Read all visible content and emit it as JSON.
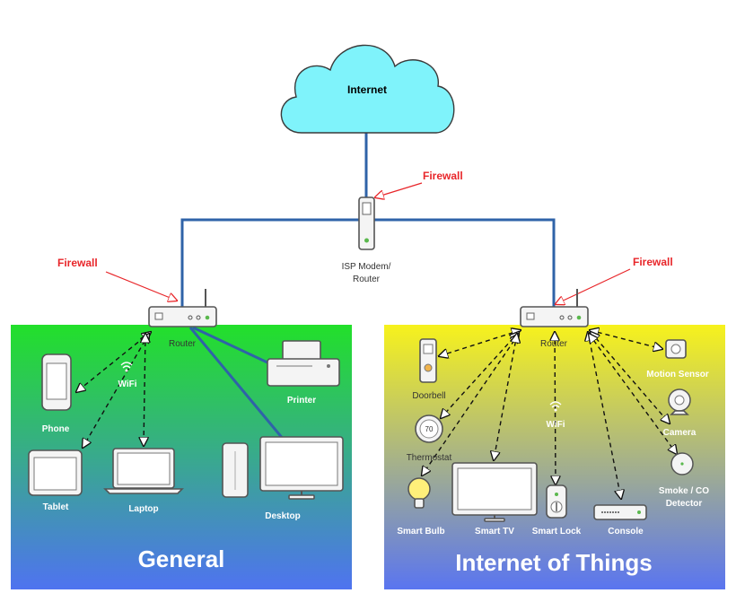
{
  "cloud": {
    "label": "Internet"
  },
  "isp": {
    "label_line1": "ISP Modem/",
    "label_line2": "Router"
  },
  "firewalls": {
    "top": "Firewall",
    "left": "Firewall",
    "right": "Firewall"
  },
  "general": {
    "title": "General",
    "router_label": "Router",
    "wifi_label": "WiFi",
    "devices": {
      "phone": "Phone",
      "tablet": "Tablet",
      "laptop": "Laptop",
      "printer": "Printer",
      "desktop": "Desktop"
    }
  },
  "iot": {
    "title": "Internet of Things",
    "router_label": "Router",
    "wifi_label": "WiFi",
    "thermostat_reading": "70",
    "devices": {
      "doorbell": "Doorbell",
      "thermostat": "Thermostat",
      "smart_bulb": "Smart Bulb",
      "smart_tv": "Smart TV",
      "smart_lock": "Smart Lock",
      "console": "Console",
      "motion_sensor": "Motion Sensor",
      "camera": "Camera",
      "smoke_line1": "Smoke / CO",
      "smoke_line2": "Detector"
    }
  },
  "colors": {
    "cloud_fill": "#7ff3fb",
    "link_blue": "#2f63a8",
    "firewall_red": "#e8262a",
    "general_top": "#22e02a",
    "general_bottom": "#4f73f0",
    "iot_top": "#f7f21c",
    "iot_bottom": "#5a75f0"
  }
}
